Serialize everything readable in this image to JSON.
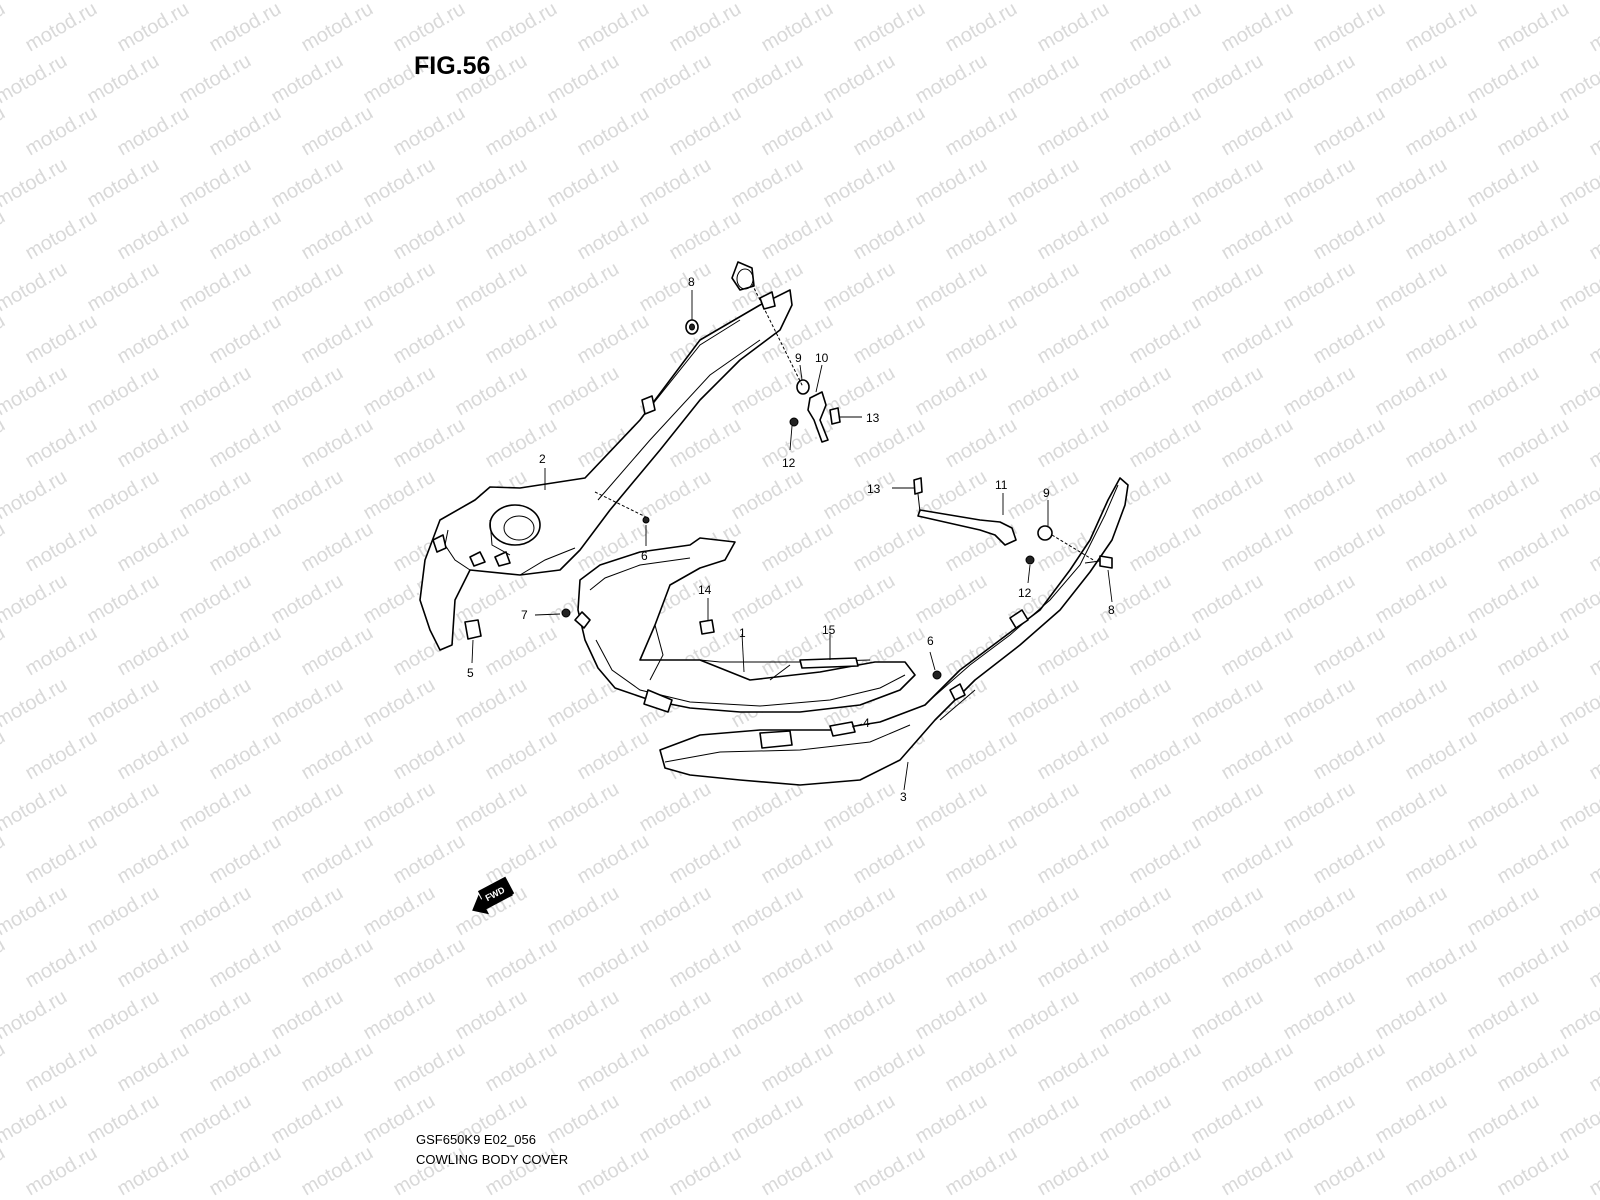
{
  "figure_title": "FIG.56",
  "watermark_text": "motod.ru",
  "footer": {
    "model_code": "GSF650K9 E02_056",
    "section_name": "COWLING BODY COVER"
  },
  "direction_badge": {
    "label": "FWD",
    "icon": "forward-arrow-icon"
  },
  "callouts": [
    {
      "id": "c8a",
      "label": "8"
    },
    {
      "id": "c9a",
      "label": "9"
    },
    {
      "id": "c10",
      "label": "10"
    },
    {
      "id": "c13a",
      "label": "13"
    },
    {
      "id": "c12a",
      "label": "12"
    },
    {
      "id": "c2",
      "label": "2"
    },
    {
      "id": "c6a",
      "label": "6"
    },
    {
      "id": "c13b",
      "label": "13"
    },
    {
      "id": "c11",
      "label": "11"
    },
    {
      "id": "c9b",
      "label": "9"
    },
    {
      "id": "c12b",
      "label": "12"
    },
    {
      "id": "c8b",
      "label": "8"
    },
    {
      "id": "c14",
      "label": "14"
    },
    {
      "id": "c7",
      "label": "7"
    },
    {
      "id": "c1",
      "label": "1"
    },
    {
      "id": "c15",
      "label": "15"
    },
    {
      "id": "c6b",
      "label": "6"
    },
    {
      "id": "c5",
      "label": "5"
    },
    {
      "id": "c4",
      "label": "4"
    },
    {
      "id": "c3",
      "label": "3"
    }
  ],
  "colors": {
    "line": "#000000",
    "watermark": "#d9d9d9",
    "background": "#ffffff"
  }
}
